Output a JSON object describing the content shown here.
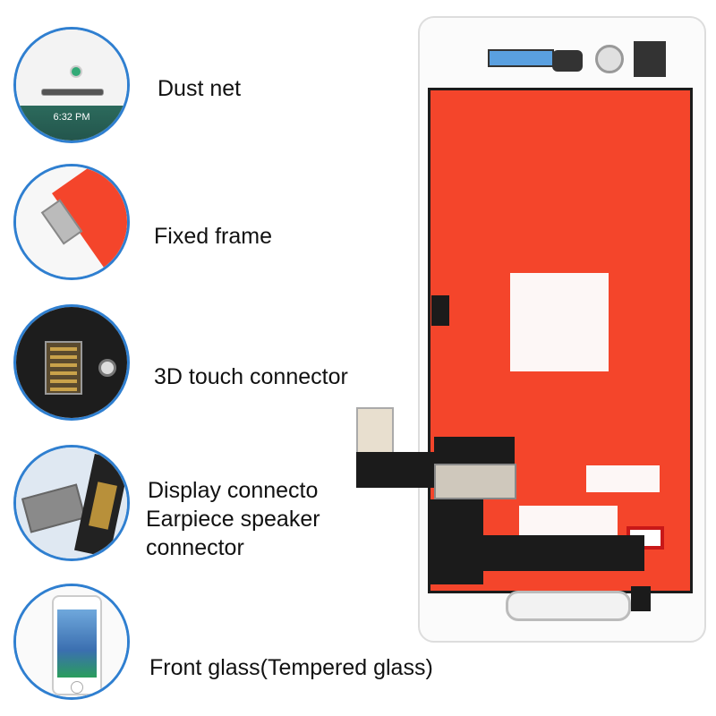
{
  "features": [
    {
      "label": "Dust net",
      "icon": "dust-net-closeup",
      "time": "6:32 PM"
    },
    {
      "label": "Fixed frame",
      "icon": "fixed-frame-closeup"
    },
    {
      "label": "3D touch connector",
      "icon": "3d-touch-connector-closeup"
    },
    {
      "label": "Display connecto",
      "icon": "display-connector-closeup",
      "line2": "Earpiece speaker",
      "line3": "connector"
    },
    {
      "label": "Front glass(Tempered glass)",
      "icon": "front-glass-closeup"
    }
  ],
  "colors": {
    "circle_border": "#2f7fd0",
    "lcd_back": "#f4452b",
    "flex_cable": "#1b1b1b"
  }
}
